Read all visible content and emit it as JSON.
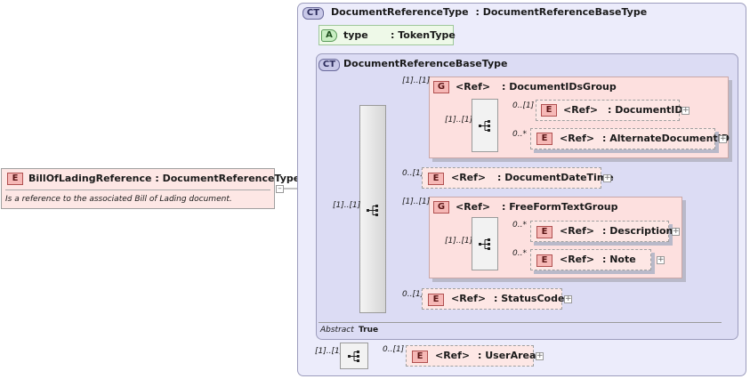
{
  "root": {
    "badge": "E",
    "name": "BillOfLadingReference",
    "type": ": DocumentReferenceType",
    "doc": "Is a reference to the associated Bill of Lading document."
  },
  "outer_ct": {
    "badge": "CT",
    "name": "DocumentReferenceType",
    "base": ": DocumentReferenceBaseType"
  },
  "attribute": {
    "badge": "A",
    "name": "type",
    "type": ": TokenType"
  },
  "inner_ct": {
    "badge": "CT",
    "name": "DocumentReferenceBaseType",
    "abstract_label": "Abstract",
    "abstract_value": "True"
  },
  "cardinalities": {
    "main_seq": "[1]..[1]",
    "group_ids": "[1]..[1]",
    "group_ids_seq": "[1]..[1]",
    "doc_id": "0..[1]",
    "alt_doc_id": "0..*",
    "doc_date": "0..[1]",
    "group_ff": "[1]..[1]",
    "group_ff_seq": "[1]..[1]",
    "description": "0..*",
    "note": "0..*",
    "status": "0..[1]",
    "outer_seq": "[1]..[1]",
    "user_area": "0..[1]"
  },
  "groups": {
    "ids": {
      "badge": "G",
      "ref": "<Ref>",
      "name": ": DocumentIDsGroup"
    },
    "ff": {
      "badge": "G",
      "ref": "<Ref>",
      "name": ": FreeFormTextGroup"
    }
  },
  "elements": {
    "document_id": {
      "badge": "E",
      "ref": "<Ref>",
      "name": ": DocumentID"
    },
    "alt_document_id": {
      "badge": "E",
      "ref": "<Ref>",
      "name": ": AlternateDocumentID"
    },
    "document_date": {
      "badge": "E",
      "ref": "<Ref>",
      "name": ": DocumentDateTime"
    },
    "description": {
      "badge": "E",
      "ref": "<Ref>",
      "name": ": Description"
    },
    "note": {
      "badge": "E",
      "ref": "<Ref>",
      "name": ": Note"
    },
    "status_code": {
      "badge": "E",
      "ref": "<Ref>",
      "name": ": StatusCode"
    },
    "user_area": {
      "badge": "E",
      "ref": "<Ref>",
      "name": ": UserArea"
    }
  },
  "icons": {
    "sequence": "sequence-icon",
    "expand": "plus-icon",
    "collapse": "minus-icon"
  },
  "colors": {
    "element_fill": "#fde7e5",
    "group_fill": "#fde0df",
    "complex_type_fill": "#dcdcf4",
    "badge_fill": "#f6b8b6",
    "attribute_fill": "#e6f7df"
  }
}
